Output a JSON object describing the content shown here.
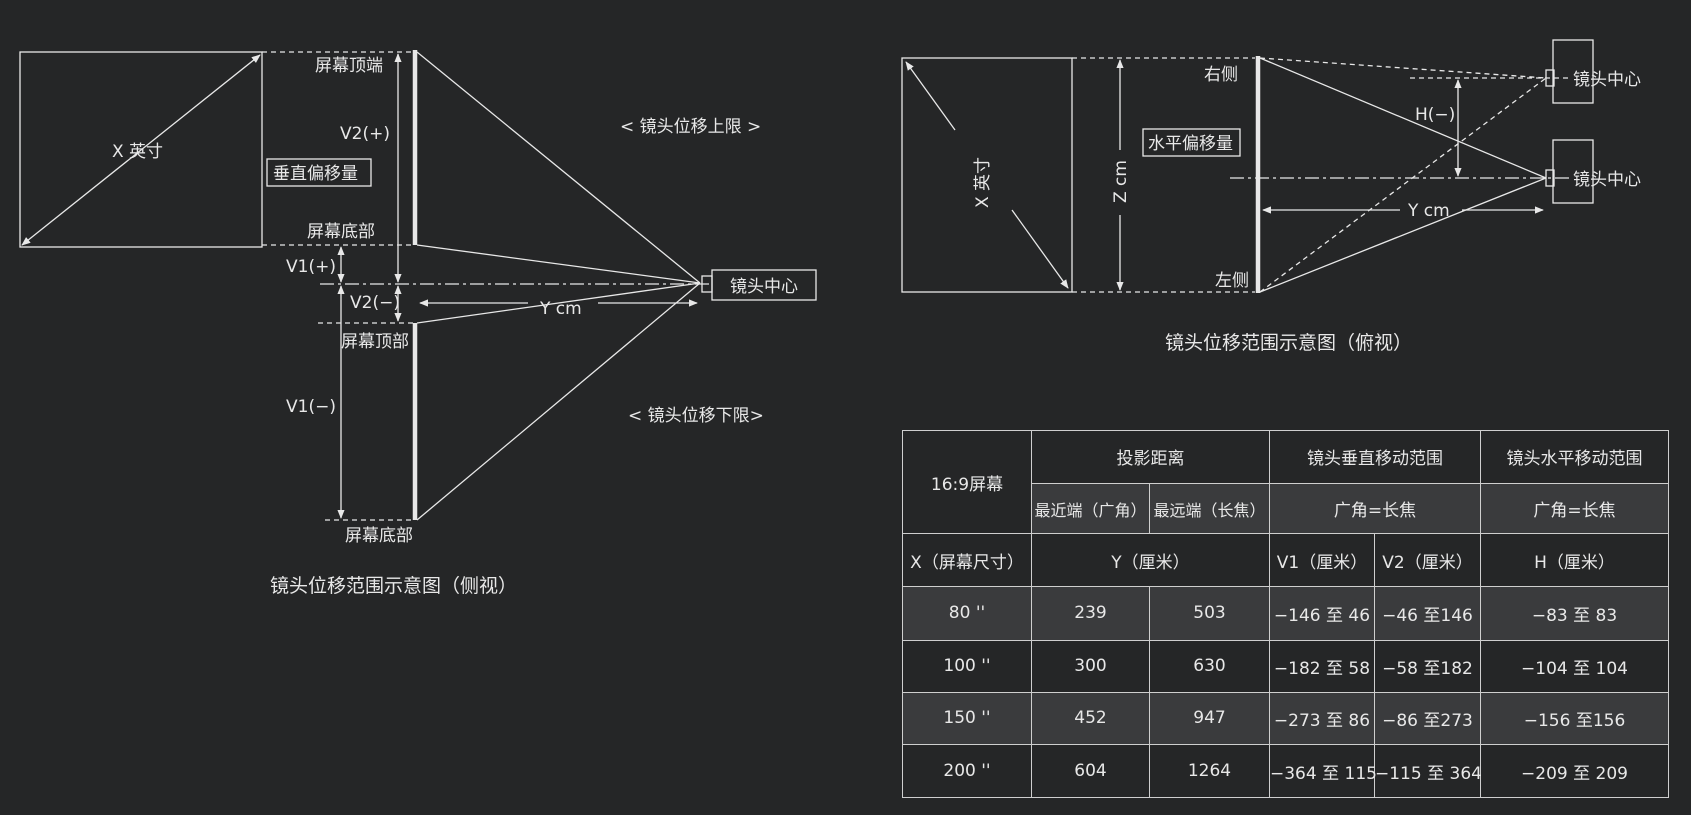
{
  "side_view": {
    "x_label": "X 英寸",
    "vertical_offset_label": "垂直偏移量",
    "screen_top_label": "屏幕顶端",
    "screen_bottom_label": "屏幕底部",
    "screen_top2_label": "屏幕顶部",
    "screen_bottom2_label": "屏幕底部",
    "v2_plus": "V2(+)",
    "v1_plus": "V1(+)",
    "v2_minus": "V2(−)",
    "v1_minus": "V1(−)",
    "y_label": "Y cm",
    "lens_center": "镜头中心",
    "upper_limit": "< 镜头位移上限 >",
    "lower_limit": "< 镜头位移下限>",
    "caption": "镜头位移范围示意图（侧视）"
  },
  "top_view": {
    "x_label": "X 英寸",
    "z_label": "Z cm",
    "horizontal_offset_label": "水平偏移量",
    "right_label": "右侧",
    "left_label": "左侧",
    "h_label": "H(−)",
    "y_label": "Y cm",
    "lens_center_1": "镜头中心",
    "lens_center_2": "镜头中心",
    "caption": "镜头位移范围示意图（俯视）"
  },
  "table": {
    "screen_ratio": "16:9屏幕",
    "throw_distance": "投影距离",
    "vertical_range": "镜头垂直移动范围",
    "horizontal_range": "镜头水平移动范围",
    "nearest": "最近端（广角）",
    "farthest": "最远端（长焦）",
    "wide_eq_tele_v": "广角=长焦",
    "wide_eq_tele_h": "广角=长焦",
    "x_header": "X（屏幕尺寸）",
    "y_header": "Y（厘米）",
    "v1_header": "V1（厘米）",
    "v2_header": "V2（厘米）",
    "h_header": "H（厘米）",
    "rows": [
      {
        "size": "80 ''",
        "near": "239",
        "far": "503",
        "v1": "−146 至 46",
        "v2": "−46 至146",
        "h": "−83 至 83"
      },
      {
        "size": "100 ''",
        "near": "300",
        "far": "630",
        "v1": "−182 至 58",
        "v2": "−58 至182",
        "h": "−104 至 104"
      },
      {
        "size": "150 ''",
        "near": "452",
        "far": "947",
        "v1": "−273 至 86",
        "v2": "−86 至273",
        "h": "−156 至156"
      },
      {
        "size": "200 ''",
        "near": "604",
        "far": "1264",
        "v1": "−364 至 115",
        "v2": "−115 至 364",
        "h": "−209 至 209"
      }
    ]
  }
}
